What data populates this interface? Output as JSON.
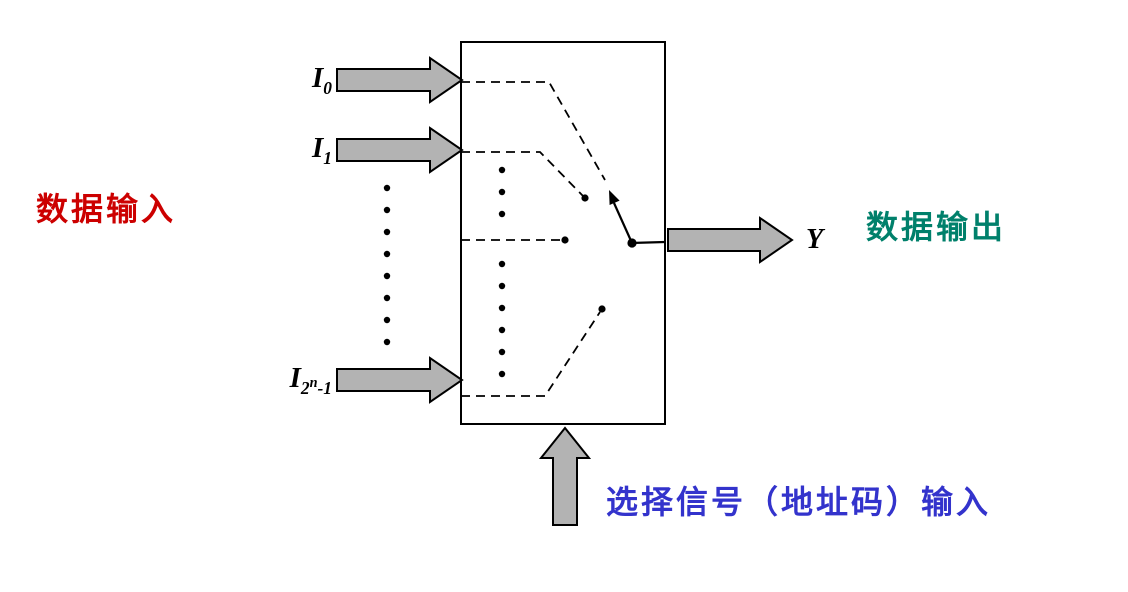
{
  "diagram": {
    "input_labels": [
      {
        "base": "I",
        "sub": "0",
        "sup": "",
        "tail": ""
      },
      {
        "base": "I",
        "sub": "1",
        "sup": "",
        "tail": ""
      },
      {
        "base": "I",
        "sub": "2",
        "sup": "n",
        "tail": "-1"
      }
    ],
    "output_label": "Y",
    "annotations": {
      "data_input": "数据输入",
      "data_output": "数据输出",
      "select_signal": "选择信号（地址码）输入"
    }
  },
  "colors": {
    "background": "#ffffff",
    "arrow_fill": "#b3b3b3",
    "line": "#000000",
    "data_input_label": "#cc0000",
    "data_output_label": "#00806b",
    "select_signal_label": "#3333cc"
  }
}
